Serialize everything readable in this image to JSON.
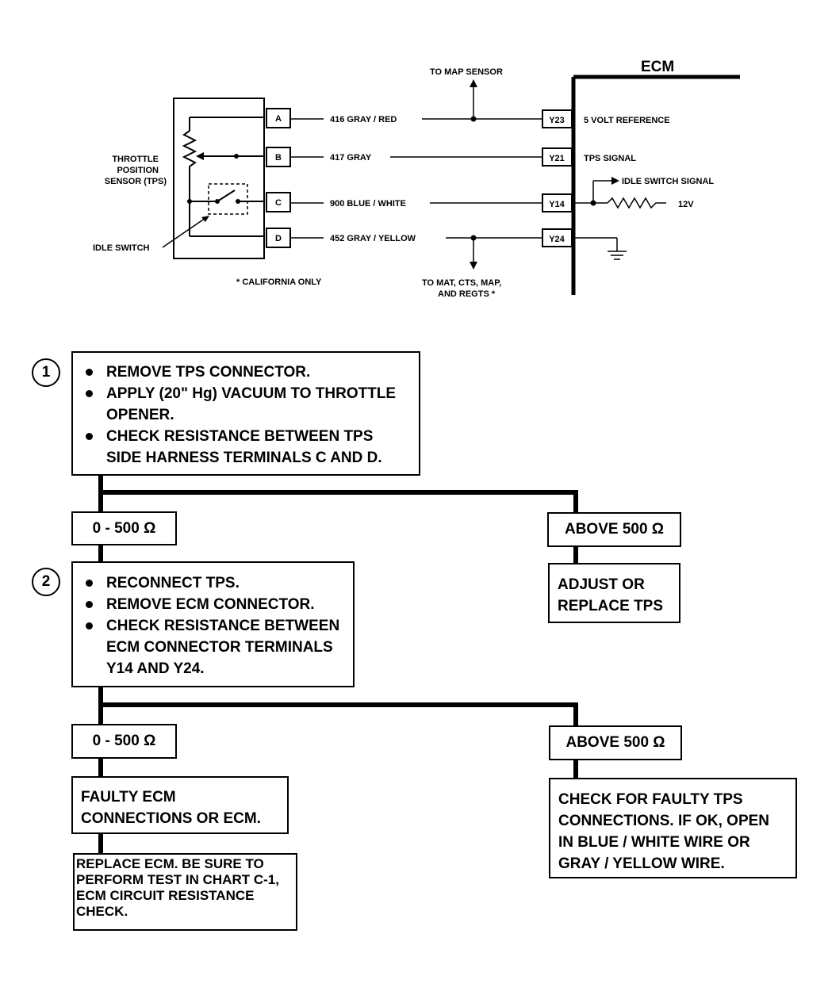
{
  "schematic": {
    "ecm_label": "ECM",
    "sensor_label_lines": [
      "THROTTLE",
      "POSITION",
      "SENSOR (TPS)"
    ],
    "idle_switch_label": "IDLE SWITCH",
    "california_note": "* CALIFORNIA ONLY",
    "to_map_sensor": "TO MAP SENSOR",
    "to_mat_lines": [
      "TO MAT, CTS, MAP,",
      "AND REGTS *"
    ],
    "idle_switch_signal": "IDLE SWITCH SIGNAL",
    "voltage_12v": "12V",
    "wires": [
      {
        "sensor_pin": "A",
        "wire_label": "416 GRAY / RED",
        "ecm_pin": "Y23",
        "signal": "5 VOLT REFERENCE"
      },
      {
        "sensor_pin": "B",
        "wire_label": "417 GRAY",
        "ecm_pin": "Y21",
        "signal": "TPS SIGNAL"
      },
      {
        "sensor_pin": "C",
        "wire_label": "900 BLUE / WHITE",
        "ecm_pin": "Y14",
        "signal": ""
      },
      {
        "sensor_pin": "D",
        "wire_label": "452 GRAY / YELLOW",
        "ecm_pin": "Y24",
        "signal": ""
      }
    ]
  },
  "flowchart": {
    "step1": {
      "number": "1",
      "items": [
        "REMOVE TPS CONNECTOR.",
        "APPLY (20\" Hg) VACUUM TO THROTTLE OPENER.",
        "CHECK RESISTANCE BETWEEN TPS SIDE HARNESS TERMINALS C AND D."
      ]
    },
    "step1_low": "0 - 500 Ω",
    "step1_high": "ABOVE 500 Ω",
    "step1_high_action": "ADJUST OR REPLACE TPS",
    "step2": {
      "number": "2",
      "items": [
        "RECONNECT TPS.",
        "REMOVE ECM CONNECTOR.",
        "CHECK RESISTANCE BETWEEN ECM CONNECTOR TERMINALS Y14 AND Y24."
      ]
    },
    "step2_low": "0 - 500 Ω",
    "step2_high": "ABOVE 500 Ω",
    "step2_low_result": "FAULTY ECM CONNECTIONS OR ECM.",
    "step2_low_action": "REPLACE ECM. BE SURE TO PERFORM TEST IN CHART C-1, ECM CIRCUIT RESISTANCE CHECK.",
    "step2_high_result": "CHECK FOR FAULTY TPS CONNECTIONS. IF OK, OPEN IN BLUE / WHITE WIRE OR GRAY / YELLOW WIRE."
  }
}
